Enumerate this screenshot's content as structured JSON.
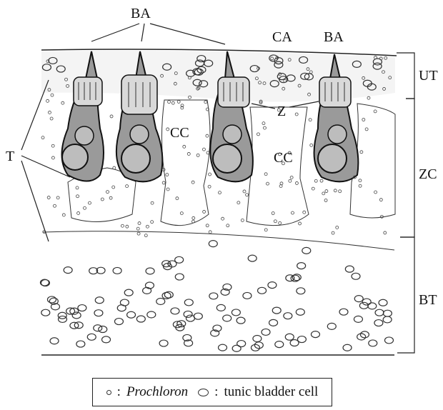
{
  "labels": {
    "ba_top": "BA",
    "ca": "CA",
    "ba_right": "BA",
    "z": "Z",
    "cc_left": "CC",
    "cc_right": "CC",
    "t": "T",
    "ut": "UT",
    "zc": "ZC",
    "bt": "BT"
  },
  "legend": {
    "prochloron_label": "Prochloron",
    "bladder_label": "tunic bladder cell",
    "separator": ":"
  }
}
